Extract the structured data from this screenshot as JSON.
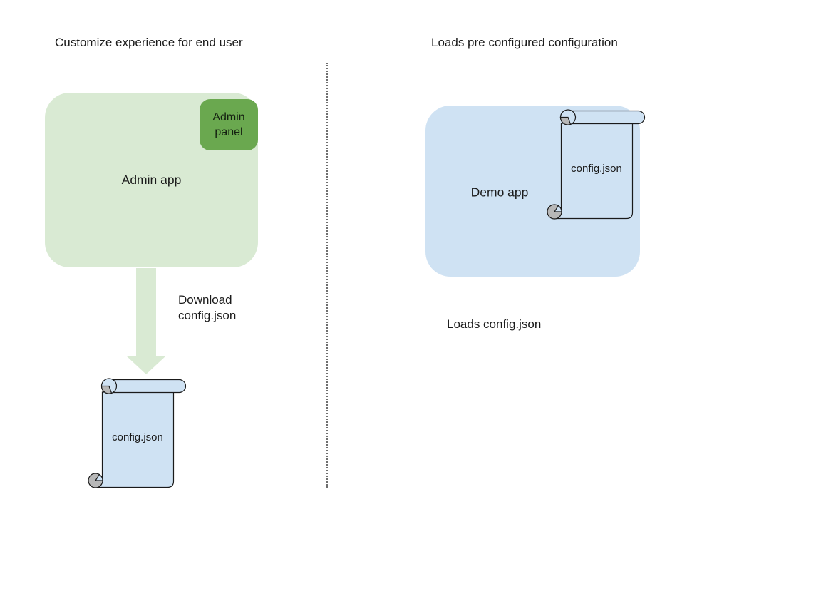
{
  "left": {
    "title": "Customize experience for end user",
    "admin_app_label": "Admin app",
    "admin_panel_label": "Admin panel",
    "download_caption_line1": "Download",
    "download_caption_line2": "config.json",
    "scroll_label": "config.json"
  },
  "right": {
    "title": "Loads pre configured configuration",
    "demo_app_label": "Demo app",
    "scroll_label": "config.json",
    "loads_caption": "Loads config.json"
  },
  "colors": {
    "admin_app_fill": "#d9ead3",
    "admin_panel_fill": "#6aa84f",
    "demo_app_fill": "#cfe2f3",
    "scroll_fill": "#cfe2f3",
    "scroll_curl_gray": "#b7b7b7",
    "shape_outline": "#1a1a1a",
    "arrow_fill": "#d9ead3",
    "divider_color": "#6e6e6e",
    "text_color": "#1b1b1b"
  }
}
